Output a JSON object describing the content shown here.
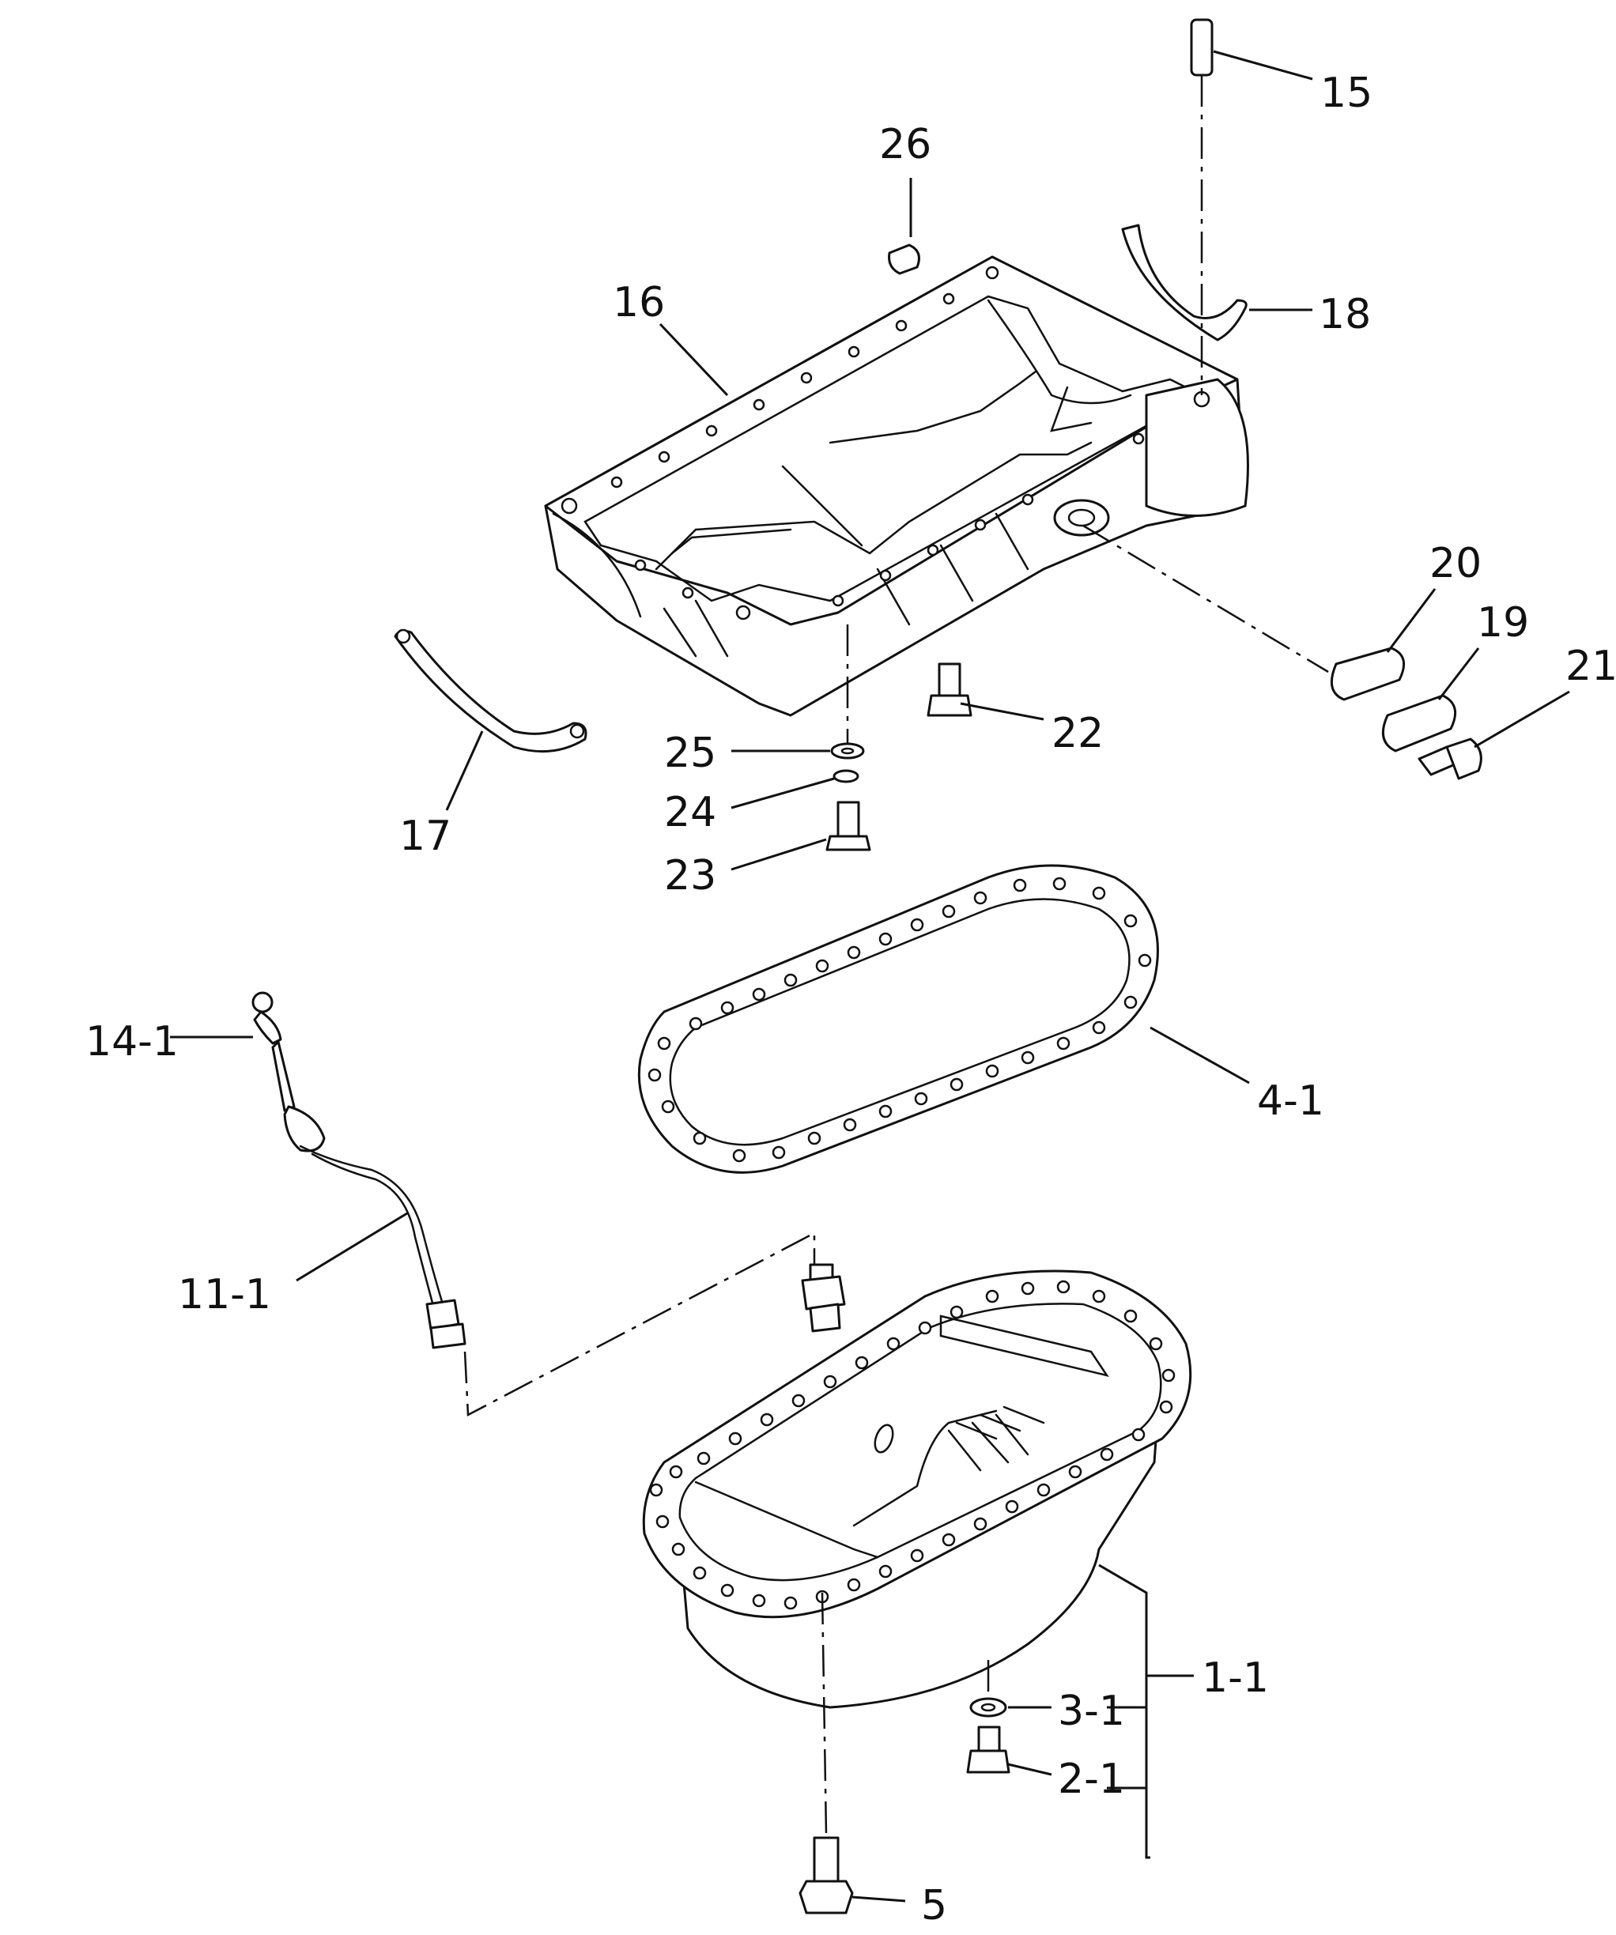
{
  "labels": {
    "p15": "15",
    "p26": "26",
    "p16": "16",
    "p18": "18",
    "p20": "20",
    "p19": "19",
    "p21": "21",
    "p22": "22",
    "p25": "25",
    "p24": "24",
    "p23": "23",
    "p17": "17",
    "p14_1": "14-1",
    "p4_1": "4-1",
    "p11_1": "11-1",
    "p1_1": "1-1",
    "p3_1": "3-1",
    "p2_1": "2-1",
    "p5": "5"
  },
  "colors": {
    "ink": "#111111",
    "paper": "#ffffff"
  }
}
